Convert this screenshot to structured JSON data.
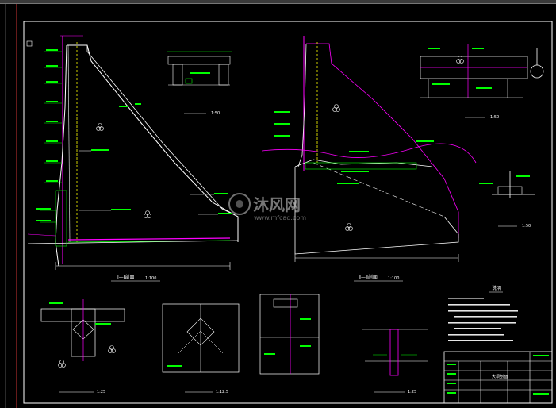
{
  "watermark": {
    "brand": "沐风网",
    "url": "www.mfcad.com"
  },
  "views": {
    "section_a": {
      "title": "Ⅰ—Ⅰ剖面",
      "scale": "1:100"
    },
    "section_b": {
      "title": "Ⅱ—Ⅱ剖面",
      "scale": "1:100"
    },
    "detail_top": {
      "scale": "1:50"
    },
    "detail_right_top": {
      "scale": "1:50"
    },
    "detail_right_mid": {
      "scale": "1:50"
    },
    "detail_bottom_1": {
      "scale": "1:25"
    },
    "detail_bottom_2": {
      "scale": "1:12.5"
    },
    "detail_bottom_4": {
      "scale": "1:25"
    }
  },
  "notes": {
    "heading": "说明"
  },
  "title_block": {
    "drawing_name": "大坝剖面"
  },
  "colors": {
    "background": "#000000",
    "outline": "#ffffff",
    "dimension": "#00ff00",
    "axis": "#ff00ff",
    "water": "#ffff00",
    "label": "#ffffff"
  }
}
